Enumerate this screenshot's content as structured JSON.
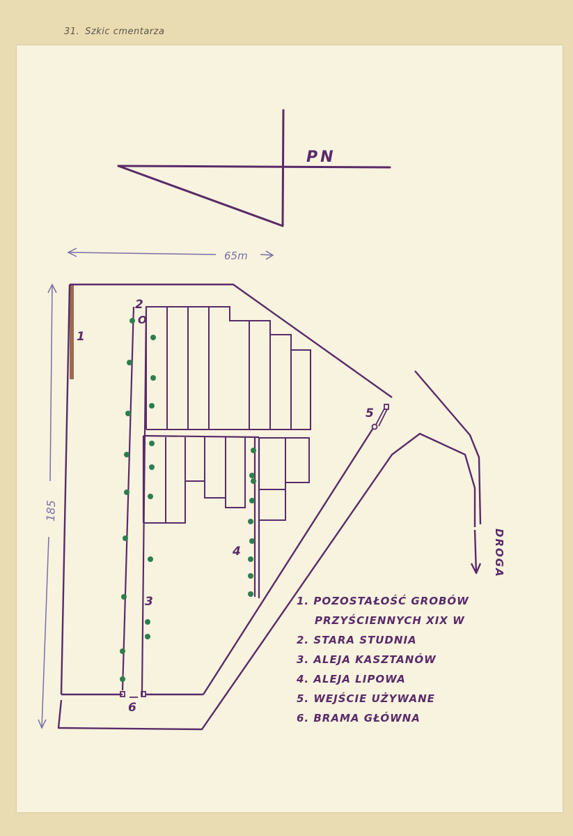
{
  "caption": {
    "number": "31.",
    "title": "Szkic cmentarza"
  },
  "compass": {
    "label": "PN"
  },
  "dimensions": {
    "width": "65m",
    "length": "185"
  },
  "markers": [
    "1",
    "2",
    "3",
    "4",
    "5",
    "6"
  ],
  "well_symbol": "O",
  "road_label": "DROGA",
  "legend": [
    {
      "text": "1. POZOSTAŁOŚĆ GROBÓW"
    },
    {
      "text": "PRZYŚCIENNYCH XIX W",
      "cont": true
    },
    {
      "text": "2. STARA STUDNIA"
    },
    {
      "text": "3. ALEJA KASZTANÓW"
    },
    {
      "text": "4. ALEJA LIPOWA"
    },
    {
      "text": "5. WEJŚCIE UŻYWANE"
    },
    {
      "text": "6. BRAMA GŁÓWNA"
    }
  ],
  "colors": {
    "ink": "#5a2a69",
    "trees": "#2e7d4f",
    "wall_remnant": "#9c6a4f",
    "dimension_ink": "#7a6fa4",
    "paper": "#f7f3df"
  }
}
